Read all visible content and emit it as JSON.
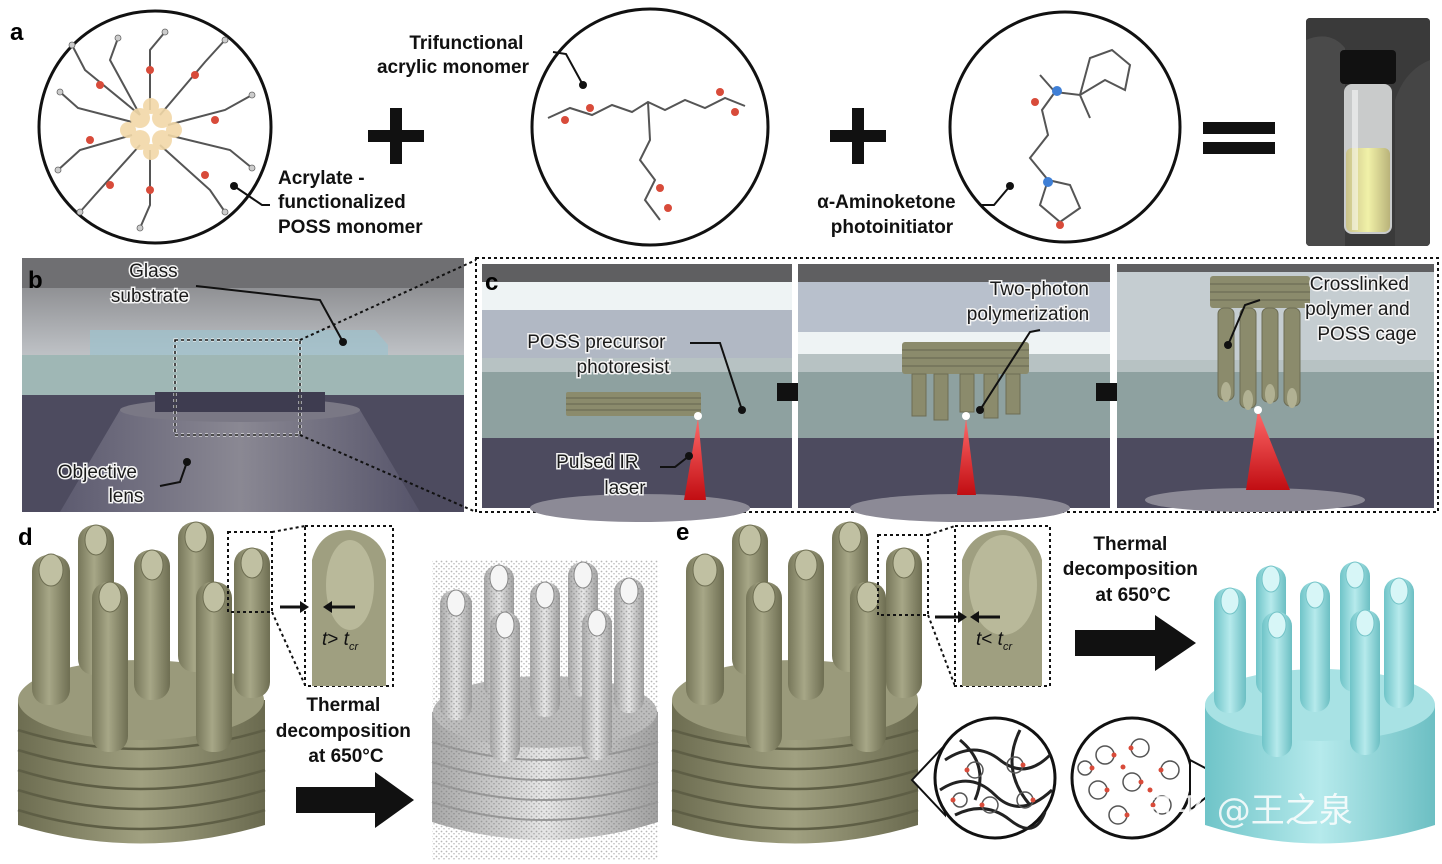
{
  "panels": {
    "a": "a",
    "b": "b",
    "c": "c",
    "d": "d",
    "e": "e"
  },
  "a": {
    "poss_line1": "Acrylate  -",
    "poss_line2": "functionalized",
    "poss_line3": "POSS monomer",
    "tri_line1": "Trifunctional",
    "tri_line2": "acrylic monomer",
    "photo_line1": "α-Aminoketone",
    "photo_line2": "photoinitiator"
  },
  "b": {
    "glass_line1": "Glass",
    "glass_line2": "substrate",
    "obj_line1": "Objective",
    "obj_line2": "lens"
  },
  "c": {
    "precursor_line1": "POSS precursor",
    "precursor_line2": "photoresist",
    "laser_line1": "Pulsed IR",
    "laser_line2": "laser",
    "tpp_line1": "Two-photon",
    "tpp_line2": "polymerization",
    "cross_line1": "Crosslinked",
    "cross_line2": "polymer and",
    "cross_line3": "POSS cage"
  },
  "d": {
    "t_main": "t",
    "t_op": "> ",
    "t_sub": "cr",
    "thermal_line1": "Thermal",
    "thermal_line2": "decomposition",
    "thermal_line3": "at 650°C"
  },
  "e": {
    "t_main": "t",
    "t_op": "< ",
    "t_sub": "cr",
    "thermal_line1": "Thermal",
    "thermal_line2": "decomposition",
    "thermal_line3": "at 650°C"
  },
  "watermark": "知乎 @王之泉",
  "colors": {
    "polymer": "#8b8b6c",
    "polymer_light": "#a5a585",
    "silica": "#8fd6d9",
    "porous": "#c9c9c9",
    "laser": "#d8141a",
    "oxygen": "#d84b3a",
    "nitrogen": "#3f7fd6"
  }
}
